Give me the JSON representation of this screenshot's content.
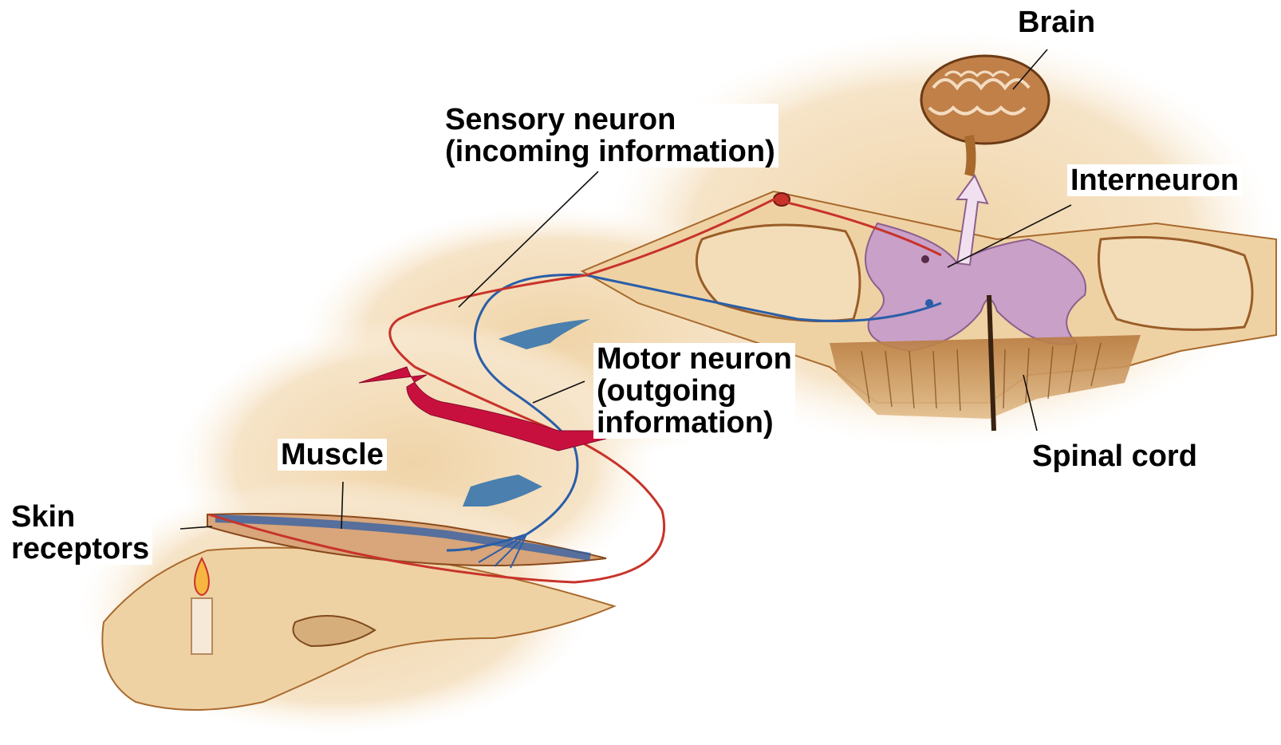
{
  "labels": {
    "brain": "Brain",
    "sensory_neuron": "Sensory neuron",
    "sensory_neuron_sub": "(incoming information)",
    "interneuron": "Interneuron",
    "motor_neuron": "Motor neuron",
    "motor_neuron_sub1": "(outgoing",
    "motor_neuron_sub2": "information)",
    "muscle": "Muscle",
    "skin": "Skin",
    "skin_sub": "receptors",
    "spinal_cord": "Spinal cord"
  },
  "colors": {
    "sensory": "#c8332a",
    "motor": "#2a5ea8",
    "reflex_arrow": "#c8103f",
    "flow_arrow": "#4a7fae",
    "grey_matter": "#c9a0c8",
    "tissue": "#e9c795",
    "tissue_dark": "#a8692d",
    "brain": "#b0733c"
  }
}
